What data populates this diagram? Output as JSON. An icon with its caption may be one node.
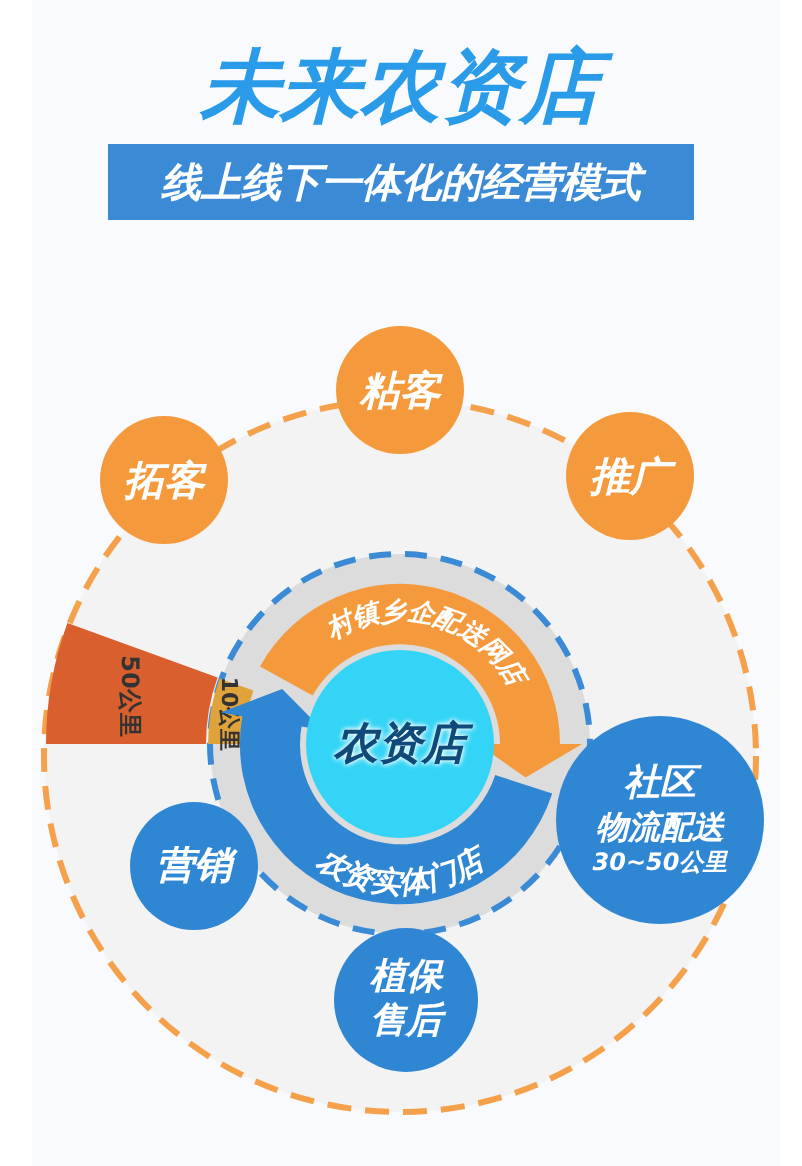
{
  "diagram": {
    "title": "未来农资店",
    "nodes": [
      {
        "text": [
          "线上线下一体化的经营模式"
        ]
      },
      {
        "text": [
          "拓客"
        ]
      },
      {
        "text": [
          "粘客"
        ]
      },
      {
        "text": [
          "推广"
        ]
      },
      {
        "text": [
          "50公里"
        ]
      },
      {
        "text": [
          "10公里"
        ]
      },
      {
        "text": [
          "村镇乡企配送网店"
        ]
      },
      {
        "text": [
          "农资实体门店"
        ]
      },
      {
        "text": [
          "农资店"
        ]
      },
      {
        "text": [
          "营销"
        ]
      },
      {
        "text": [
          "社区",
          "物流配送",
          "30~50公里"
        ]
      },
      {
        "text": [
          "植保售后"
        ]
      }
    ]
  }
}
